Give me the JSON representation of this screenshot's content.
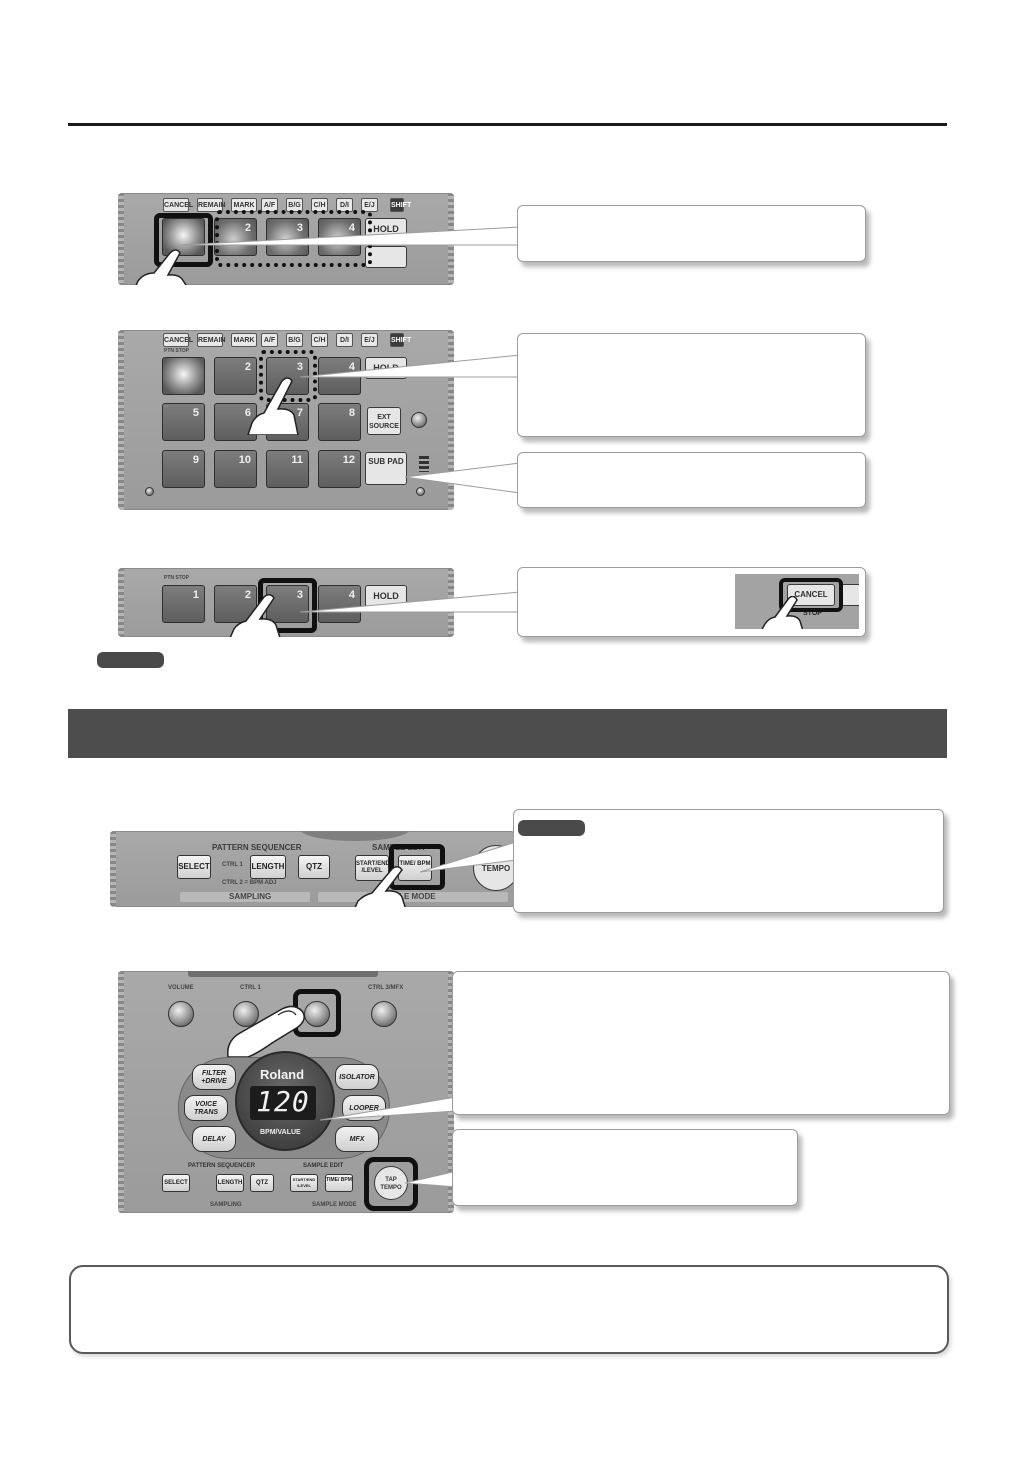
{
  "device": {
    "func_buttons": [
      "CANCEL",
      "REMAIN",
      "MARK",
      "A/F",
      "B/G",
      "C/H",
      "D/I",
      "E/J",
      "SHIFT"
    ],
    "pads_row1": [
      "1",
      "2",
      "3",
      "4"
    ],
    "pads_row2": [
      "5",
      "6",
      "7",
      "8"
    ],
    "pads_row3": [
      "9",
      "10",
      "11",
      "12"
    ],
    "pattern_stop_label": "PTN STOP",
    "hold_label": "HOLD",
    "ext_source_label": "EXT SOURCE",
    "sub_pad_label": "SUB PAD",
    "cancel_label": "CANCEL",
    "stop_label": "STOP",
    "pattern_sequencer_label": "PATTERN SEQUENCER",
    "sample_edit_label": "SAMPLE EDIT",
    "select_label": "SELECT",
    "ctrl1_label": "CTRL 1",
    "length_label": "LENGTH",
    "qtz_label": "QTZ",
    "ctrl2_label": "CTRL 2 = BPM ADJ",
    "sampling_label": "SAMPLING",
    "sample_mode_label": "SAMPLE MODE",
    "start_end_label": "START/END /LEVEL",
    "time_bpm_label": "TIME/ BPM",
    "tempo_label": "TEMPO",
    "volume_label": "VOLUME",
    "ctrl3_label": "CTRL 3/MFX",
    "brand": "Roland",
    "display_value": "120",
    "bpm_value_label": "BPM/VALUE",
    "fx_buttons": [
      "FILTER +DRIVE",
      "VOICE TRANS",
      "DELAY",
      "ISOLATOR",
      "LOOPER",
      "MFX"
    ],
    "tap_tempo_label": "TAP TEMPO"
  }
}
